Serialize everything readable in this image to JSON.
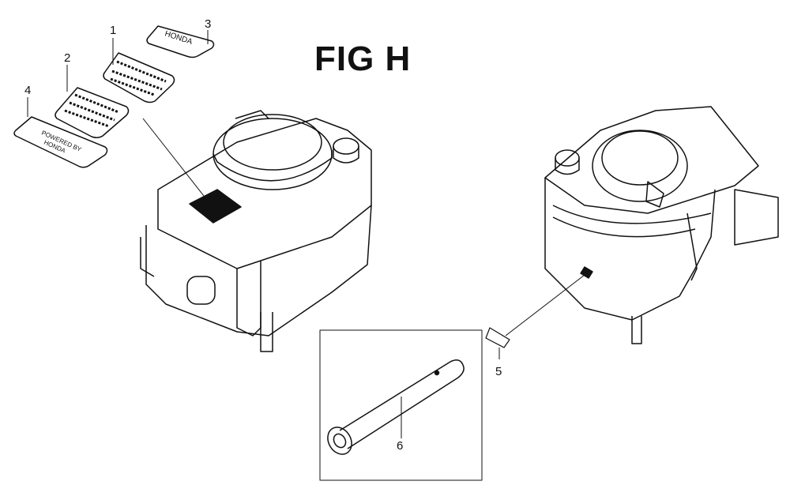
{
  "figure": {
    "title": "FIG H",
    "callouts": [
      "1",
      "2",
      "3",
      "4",
      "5",
      "6"
    ],
    "label_lettering": {
      "label_3": "HONDA",
      "label_4": "POWERED BY HONDA"
    }
  },
  "colors": {
    "ink": "#111111",
    "background": "#ffffff"
  }
}
